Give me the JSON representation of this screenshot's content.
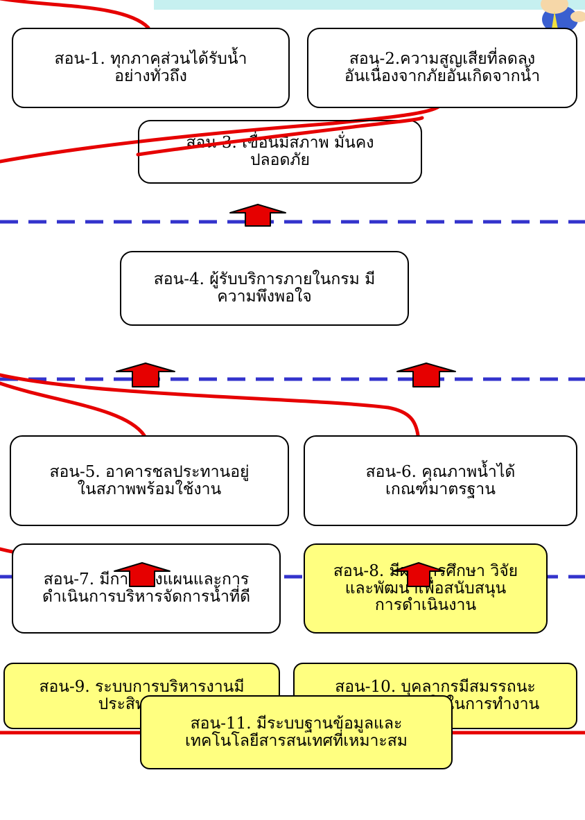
{
  "colors": {
    "outline": "#000000",
    "box_fill": "#ffffff",
    "highlight_fill": "#ffff80",
    "flow_line": "#e60000",
    "level_divider": "#3333cc",
    "arrow_fill": "#e60000",
    "banner": "#c6f0f0"
  },
  "objectives": {
    "o1": {
      "line1": "สอน-1. ทุกภาคส่วนได้รับน้ำ",
      "line2": "อย่างทั่วถึง"
    },
    "o2": {
      "line1": "สอน-2.ความสูญเสียที่ลดลง",
      "line2": "อันเนื่องจากภัยอันเกิดจากน้ำ"
    },
    "o3": {
      "line1": "สอน-3. เขื่อนมีสภาพ มั่นคง",
      "line2": "ปลอดภัย"
    },
    "o4": {
      "line1": "สอน-4. ผู้รับบริการภายในกรม มี",
      "line2": "ความพึงพอใจ"
    },
    "o5": {
      "line1": "สอน-5. อาคารชลประทานอยู่",
      "line2": "ในสภาพพร้อมใช้งาน"
    },
    "o6": {
      "line1": "สอน-6. คุณภาพน้ำได้",
      "line2": "เกณฑ์มาตรฐาน"
    },
    "o7": {
      "line1": "สอน-7. มีการวางแผนและการ",
      "line2": "ดำเนินการบริหารจัดการน้ำที่ดี"
    },
    "o8": {
      "line1": "สอน-8. มีผลการศึกษา วิจัย",
      "line2": "และพัฒนาเพื่อสนับสนุน",
      "line3": "การดำเนินงาน"
    },
    "o9": {
      "line1": "สอน-9. ระบบการบริหารงานมี",
      "line2": "ประสิทธิภาพ"
    },
    "o10": {
      "line1": "สอน-10. บุคลากรมีสมรรถนะ",
      "line2": "และขวัญกำลังใจในการทำงาน"
    },
    "o11": {
      "line1": "สอน-11. มีระบบฐานข้อมูลและ",
      "line2": "เทคโนโลยีสารสนเทศที่เหมาะสม"
    }
  }
}
